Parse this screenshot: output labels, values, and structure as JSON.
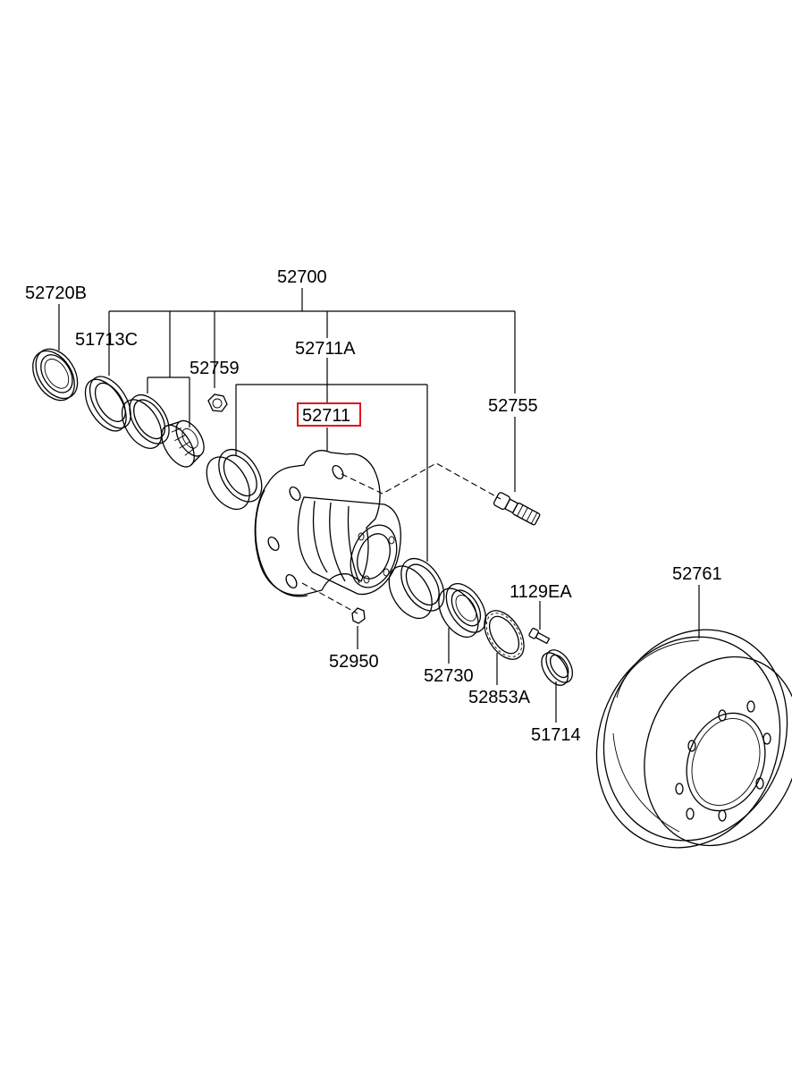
{
  "diagram": {
    "labels": {
      "p52700": "52700",
      "p52720B": "52720B",
      "p51713C": "51713C",
      "p52759": "52759",
      "p52711A": "52711A",
      "p52711": "52711",
      "p52755": "52755",
      "p52950": "52950",
      "p52730": "52730",
      "p1129EA": "1129EA",
      "p52853A": "52853A",
      "p51714": "51714",
      "p52761": "52761"
    },
    "highlighted_part": "52711",
    "highlight_color": "#e0141c"
  }
}
